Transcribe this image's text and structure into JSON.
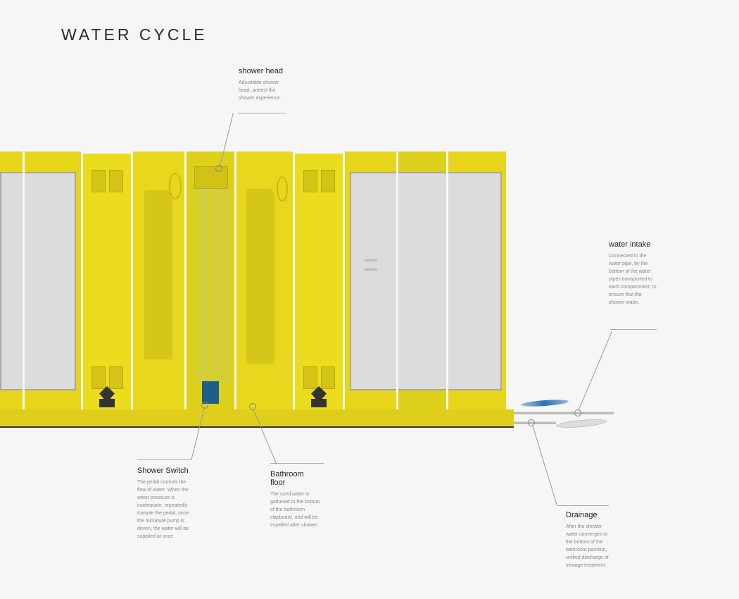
{
  "title": "WATER CYCLE",
  "callouts": {
    "shower_head": {
      "heading": "shower head",
      "body": "Adjustable shower head, protect the shower experience."
    },
    "water_intake": {
      "heading": "water intake",
      "body": "Connected to the water pipe, by the bottom of the water pipes transported to each compartment, to ensure that the shower water."
    },
    "shower_switch": {
      "heading": "Shower Switch",
      "body": "The pedal controls the flow of water. When the water pressure is inadequate, repeatedly trample the pedal; once the miniature pump is driven, the water will be supplied at once."
    },
    "bathroom_floor": {
      "heading": "Bathroom floor",
      "body": "The used water is gathered to the bottom of the bathroom clapboard, and will be expelled after shower."
    },
    "drainage": {
      "heading": "Drainage",
      "body": "After the shower water converges to the bottom of the bathroom partition, unified discharge of sewage treatment."
    }
  },
  "colors": {
    "accent_yellow": "#e6d51b",
    "water_blue": "#4a8fc4",
    "background": "#f6f6f6"
  }
}
